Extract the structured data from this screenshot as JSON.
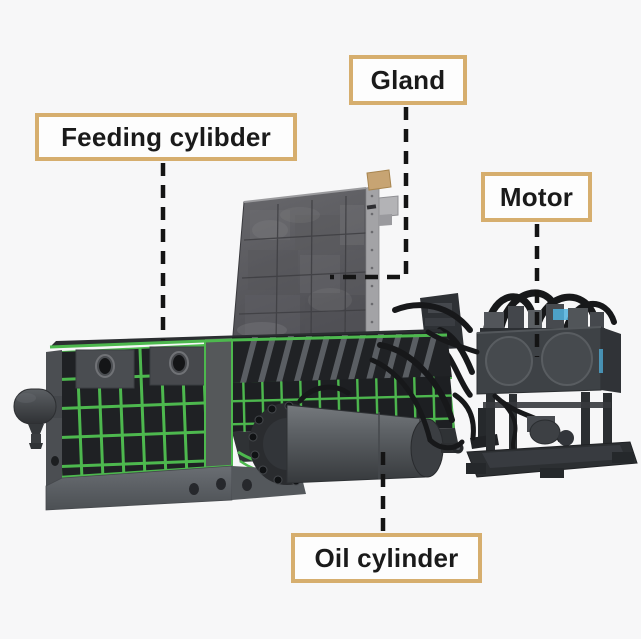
{
  "diagram": {
    "subject": "scrap-metal-baler-machine-illustration",
    "labels": [
      {
        "id": "feeding-cylinder",
        "text": "Feeding cylibder"
      },
      {
        "id": "gland",
        "text": "Gland"
      },
      {
        "id": "motor",
        "text": "Motor"
      },
      {
        "id": "oil-cylinder",
        "text": "Oil cylinder"
      }
    ]
  },
  "colors": {
    "background": "#f7f7f8",
    "label_border": "#d6ae6e",
    "label_background": "#fdfdfd",
    "label_text": "#1a1a1a",
    "connector": "#141414",
    "machine_green": "#4db84e",
    "machine_dark": "#2a2d30",
    "machine_gray": "#53565a",
    "blue_accent": "#4fb0dc"
  }
}
